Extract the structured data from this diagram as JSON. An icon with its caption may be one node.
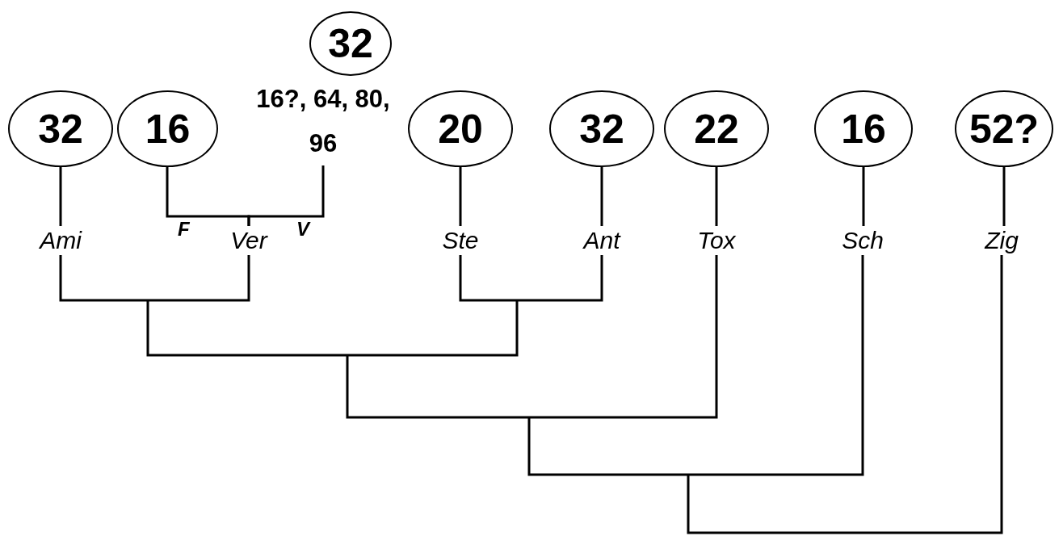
{
  "diagram": {
    "nodes": [
      {
        "text": [
          "32"
        ]
      },
      {
        "text": [
          "16?, 64, 80, 96"
        ]
      },
      {
        "text": [
          "32"
        ]
      },
      {
        "text": [
          "16"
        ]
      },
      {
        "text": [
          "20"
        ]
      },
      {
        "text": [
          "32"
        ]
      },
      {
        "text": [
          "22"
        ]
      },
      {
        "text": [
          "16"
        ]
      },
      {
        "text": [
          "52?"
        ]
      },
      {
        "text": [
          "Ami"
        ]
      },
      {
        "text": [
          "Ver"
        ]
      },
      {
        "text": [
          "Ste"
        ]
      },
      {
        "text": [
          "Ant"
        ]
      },
      {
        "text": [
          "Tox"
        ]
      },
      {
        "text": [
          "Sch"
        ]
      },
      {
        "text": [
          "Zig"
        ]
      }
    ],
    "edges": [
      {
        "from": 2,
        "to": 9,
        "arrow": "none"
      },
      {
        "from": 3,
        "to": 10,
        "arrow": "none",
        "label": "F"
      },
      {
        "from": 1,
        "to": 10,
        "arrow": "none",
        "label": "V"
      },
      {
        "from": 4,
        "to": 11,
        "arrow": "none"
      },
      {
        "from": 5,
        "to": 12,
        "arrow": "none"
      },
      {
        "from": 6,
        "to": 13,
        "arrow": "none"
      },
      {
        "from": 7,
        "to": 14,
        "arrow": "none"
      },
      {
        "from": 8,
        "to": 15,
        "arrow": "none"
      },
      {
        "from": 9,
        "to": 10,
        "arrow": "none"
      },
      {
        "from": 11,
        "to": 12,
        "arrow": "none"
      },
      {
        "from": null,
        "to": 13,
        "arrow": "none"
      },
      {
        "from": null,
        "to": 14,
        "arrow": "none"
      },
      {
        "from": null,
        "to": 15,
        "arrow": "none"
      }
    ]
  }
}
